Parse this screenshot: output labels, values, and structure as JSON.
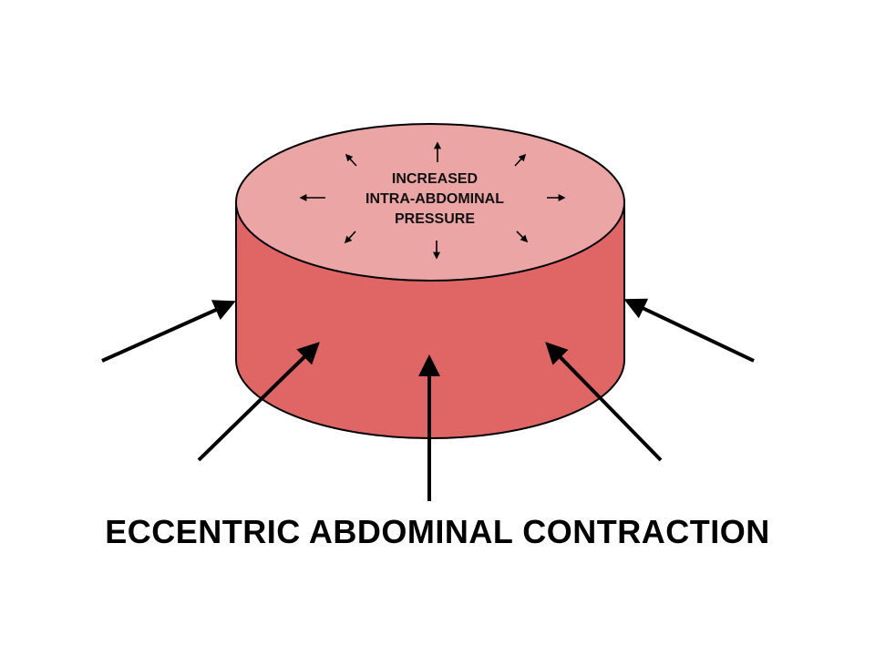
{
  "pressure_label": {
    "line1": "INCREASED",
    "line2": "INTRA-ABDOMINAL",
    "line3": "PRESSURE"
  },
  "caption": "ECCENTRIC ABDOMINAL CONTRACTION",
  "colors": {
    "cylinder_side": "#e06666",
    "cylinder_top": "#eba5a5",
    "outline": "#000000",
    "arrow": "#000000"
  },
  "icons": {
    "outward_arrows": "arrow-outward-icon",
    "force_arrows": "arrow-inward-icon"
  }
}
